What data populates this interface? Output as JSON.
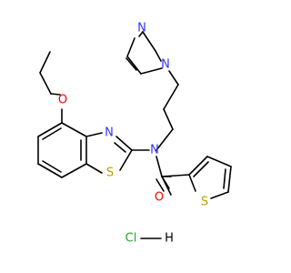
{
  "diagram": {
    "type": "chemical-structure",
    "colors": {
      "bond": "#000000",
      "carbon_text": "#000000",
      "nitrogen": "#3333ff",
      "oxygen": "#ff0000",
      "sulfur": "#b8a000",
      "background": "#ffffff"
    },
    "labels": {
      "imidazole_n_top": "N",
      "imidazole_n_link": "N",
      "ethoxy_o": "O",
      "thiazole_n": "N",
      "thiazole_s": "S",
      "amide_n": "N",
      "carbonyl_o": "O",
      "thiophene_s": "S",
      "salt_cl": "Cl",
      "salt_h": "H"
    }
  }
}
